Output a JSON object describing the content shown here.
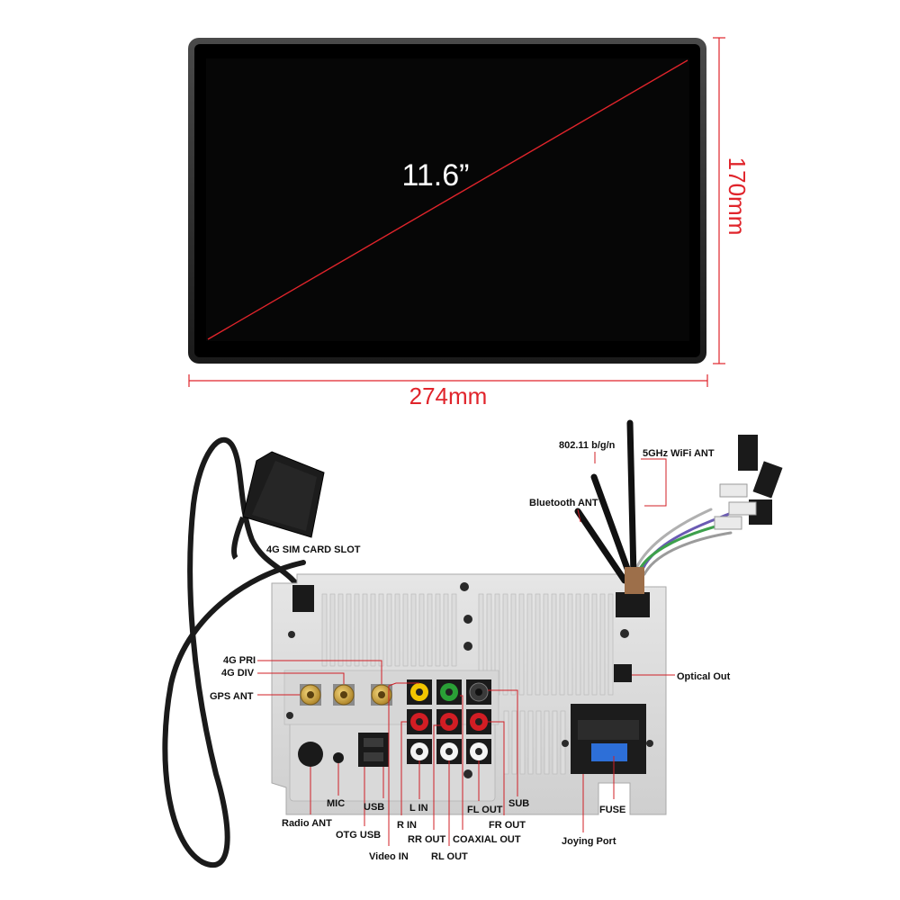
{
  "screen": {
    "diagonal": "11.6”",
    "width": "274mm",
    "height": "170mm"
  },
  "labels": {
    "sim_slot": "4G SIM CARD SLOT",
    "wifi_b": "802.11 b/g/n",
    "wifi_5g": "5GHz WiFi ANT",
    "bluetooth": "Bluetooth ANT",
    "pri_4g": "4G PRI",
    "div_4g": "4G DIV",
    "gps": "GPS ANT",
    "optical": "Optical Out",
    "mic": "MIC",
    "radio": "Radio ANT",
    "usb": "USB",
    "otg": "OTG USB",
    "l_in": "L IN",
    "r_in": "R IN",
    "video_in": "Video IN",
    "rr_out": "RR OUT",
    "rl_out": "RL OUT",
    "fl_out": "FL OUT",
    "coaxial": "COAXIAL OUT",
    "fr_out": "FR OUT",
    "sub": "SUB",
    "joying": "Joying Port",
    "fuse": "FUSE"
  },
  "colors": {
    "accent_red": "#e0242b",
    "screen_black": "#050505",
    "bezel": "#2b2b2b",
    "rca_yellow": "#f2c500",
    "rca_green": "#2aa036",
    "rca_red": "#d21d24",
    "rca_white": "#f4f4f4",
    "fuse_blue": "#2d6fd8"
  }
}
